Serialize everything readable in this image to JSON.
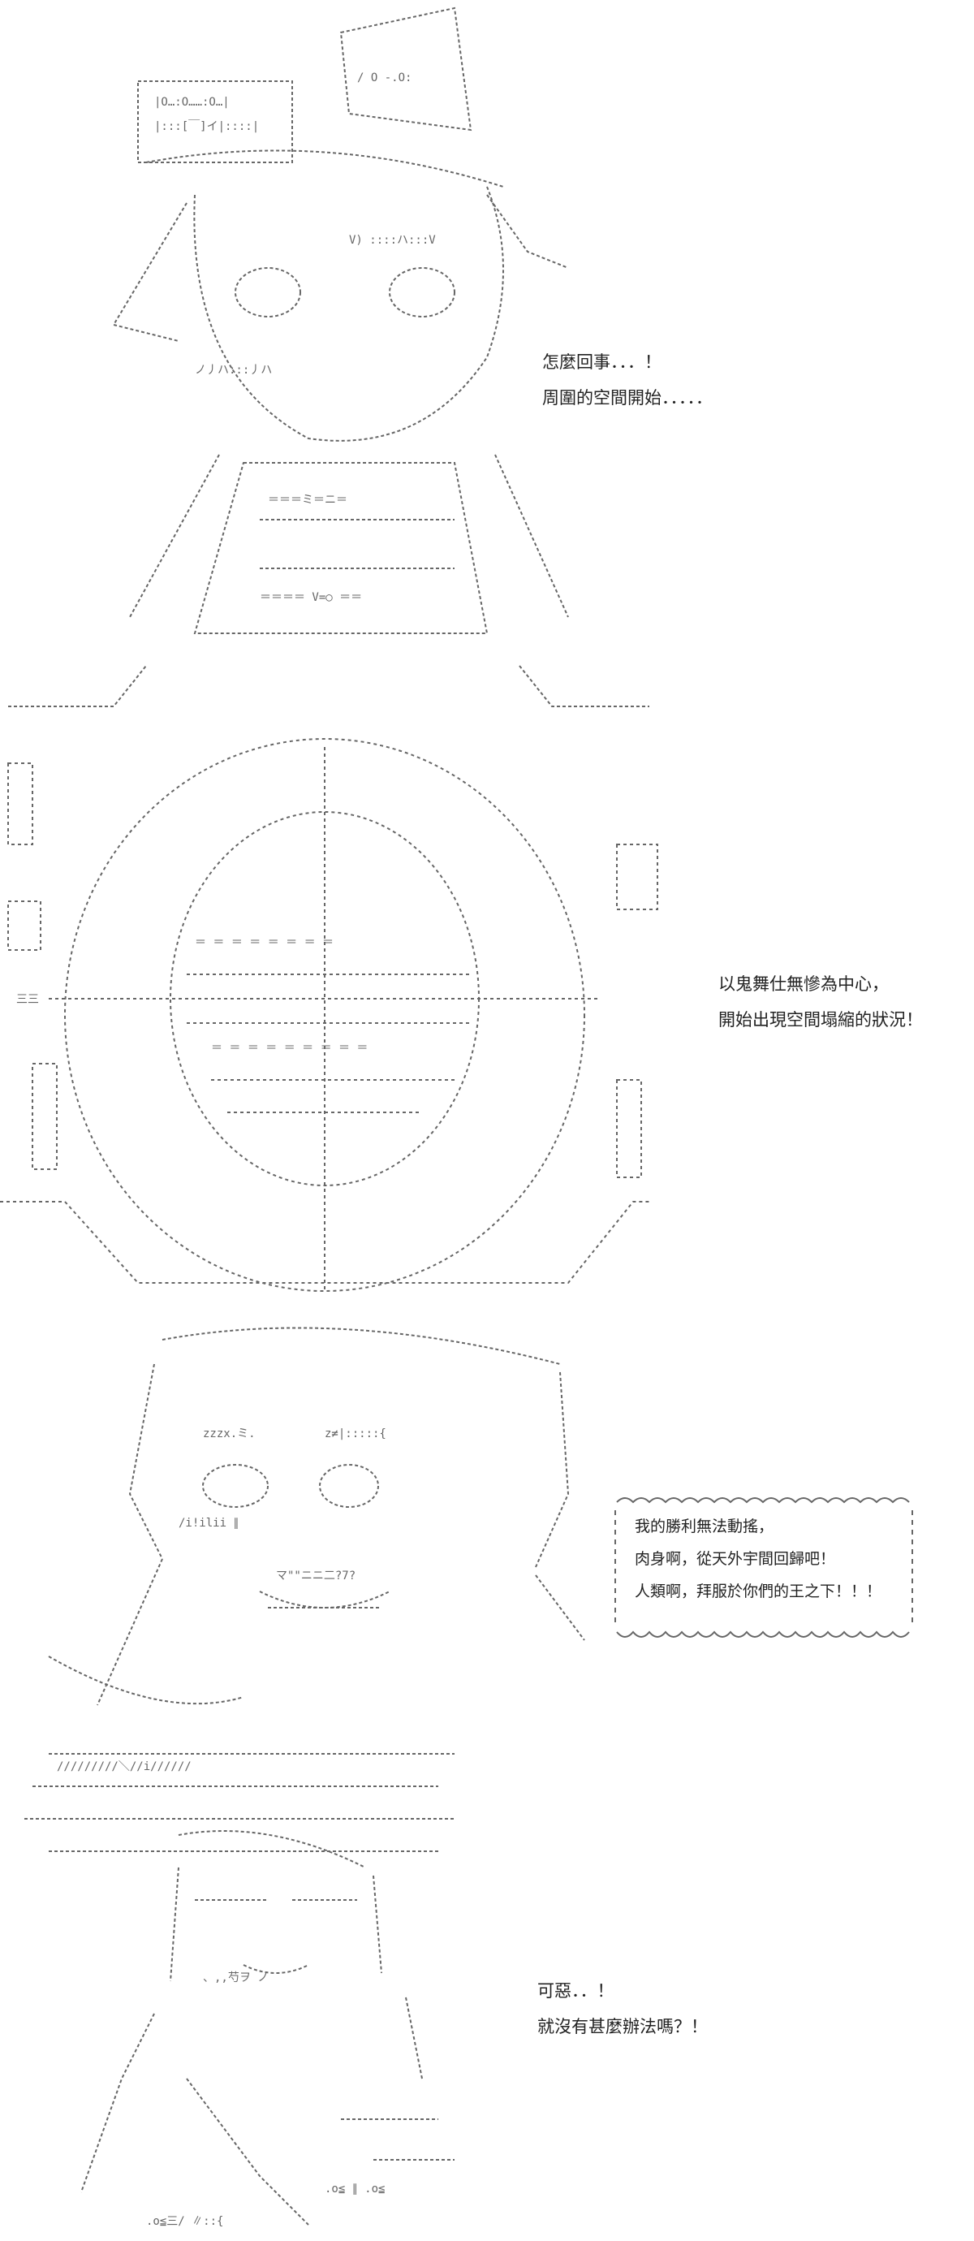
{
  "colors": {
    "ink": "#222222",
    "art": "#555555",
    "paper": "#ffffff"
  },
  "panel1": {
    "dialogue": [
      "怎麼回事．．．！",
      "周圍的空間開始．．．．．"
    ]
  },
  "panel2": {
    "dialogue": [
      "以鬼舞仕無慘為中心，",
      "開始出現空間塌縮的狀況！"
    ]
  },
  "panel3": {
    "speech_bubble": [
      "我的勝利無法動搖，",
      "肉身啊，從天外宇間回歸吧！",
      "人類啊，拜服於你們的王之下！！！"
    ]
  },
  "panel4": {
    "dialogue": [
      "可惡．．！",
      "就沒有甚麼辦法嗎？！"
    ]
  }
}
